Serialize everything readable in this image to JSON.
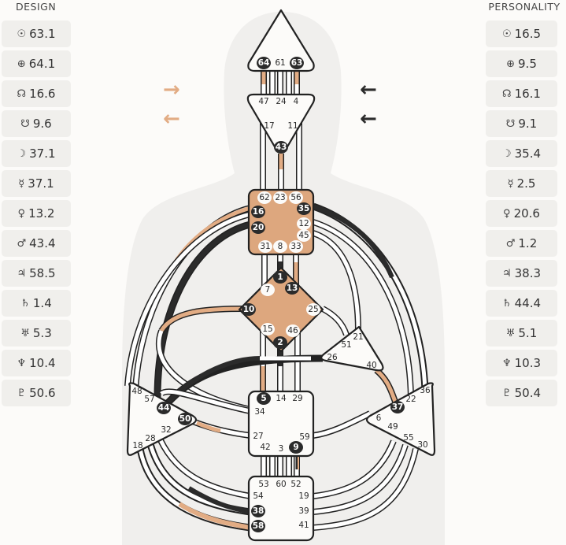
{
  "design": {
    "title": "DESIGN",
    "planets": [
      {
        "name": "sun",
        "symbol": "☉",
        "value": "63.1"
      },
      {
        "name": "earth",
        "symbol": "⊕",
        "value": "64.1"
      },
      {
        "name": "north-node",
        "symbol": "☊",
        "value": "16.6"
      },
      {
        "name": "south-node",
        "symbol": "☋",
        "value": "9.6"
      },
      {
        "name": "moon",
        "symbol": "☽",
        "value": "37.1"
      },
      {
        "name": "mercury",
        "symbol": "☿",
        "value": "37.1"
      },
      {
        "name": "venus",
        "symbol": "♀",
        "value": "13.2"
      },
      {
        "name": "mars",
        "symbol": "♂",
        "value": "43.4"
      },
      {
        "name": "jupiter",
        "symbol": "♃",
        "value": "58.5"
      },
      {
        "name": "saturn",
        "symbol": "♄",
        "value": "1.4"
      },
      {
        "name": "uranus",
        "symbol": "♅",
        "value": "5.3"
      },
      {
        "name": "neptune",
        "symbol": "♆",
        "value": "10.4"
      },
      {
        "name": "pluto",
        "symbol": "♇",
        "value": "50.6"
      }
    ]
  },
  "personality": {
    "title": "PERSONALITY",
    "planets": [
      {
        "name": "sun",
        "symbol": "☉",
        "value": "16.5"
      },
      {
        "name": "earth",
        "symbol": "⊕",
        "value": "9.5"
      },
      {
        "name": "north-node",
        "symbol": "☊",
        "value": "16.1"
      },
      {
        "name": "south-node",
        "symbol": "☋",
        "value": "9.1"
      },
      {
        "name": "moon",
        "symbol": "☽",
        "value": "35.4"
      },
      {
        "name": "mercury",
        "symbol": "☿",
        "value": "2.5"
      },
      {
        "name": "venus",
        "symbol": "♀",
        "value": "20.6"
      },
      {
        "name": "mars",
        "symbol": "♂",
        "value": "1.2"
      },
      {
        "name": "jupiter",
        "symbol": "♃",
        "value": "38.3"
      },
      {
        "name": "saturn",
        "symbol": "♄",
        "value": "44.4"
      },
      {
        "name": "uranus",
        "symbol": "♅",
        "value": "5.1"
      },
      {
        "name": "neptune",
        "symbol": "♆",
        "value": "10.3"
      },
      {
        "name": "pluto",
        "symbol": "♇",
        "value": "50.4"
      }
    ]
  },
  "arrows": {
    "design": [
      {
        "dir": "right",
        "glyph": "→"
      },
      {
        "dir": "left",
        "glyph": "←"
      }
    ],
    "personality": [
      {
        "dir": "left",
        "glyph": "←"
      },
      {
        "dir": "left",
        "glyph": "←"
      }
    ]
  },
  "colors": {
    "design": "#e2ac84",
    "personality": "#2b2b2b",
    "defined_center": "#dda77e",
    "undefined_center": "#fcfbf9",
    "body_silhouette": "#f0efed"
  },
  "centers": {
    "head": {
      "gates": [
        "64",
        "61",
        "63"
      ],
      "defined": false
    },
    "ajna": {
      "gates": [
        "47",
        "24",
        "4",
        "17",
        "11",
        "43"
      ],
      "defined": false
    },
    "throat": {
      "gates": [
        "62",
        "23",
        "56",
        "16",
        "35",
        "20",
        "12",
        "45",
        "31",
        "8",
        "33"
      ],
      "defined": true
    },
    "g": {
      "gates": [
        "1",
        "7",
        "13",
        "10",
        "25",
        "15",
        "46",
        "2"
      ],
      "defined": true
    },
    "heart": {
      "gates": [
        "21",
        "51",
        "26",
        "40"
      ],
      "defined": false
    },
    "spleen": {
      "gates": [
        "48",
        "57",
        "44",
        "50",
        "32",
        "28",
        "18"
      ],
      "defined": false
    },
    "sacral": {
      "gates": [
        "5",
        "14",
        "29",
        "34",
        "27",
        "59",
        "42",
        "3",
        "9"
      ],
      "defined": false
    },
    "solar_plexus": {
      "gates": [
        "36",
        "22",
        "37",
        "6",
        "49",
        "55",
        "30"
      ],
      "defined": false
    },
    "root": {
      "gates": [
        "53",
        "60",
        "52",
        "54",
        "19",
        "38",
        "39",
        "58",
        "41"
      ],
      "defined": false
    }
  },
  "active_gates": [
    "64",
    "63",
    "43",
    "16",
    "20",
    "35",
    "1",
    "13",
    "10",
    "2",
    "5",
    "9",
    "37",
    "44",
    "50",
    "38",
    "58"
  ]
}
